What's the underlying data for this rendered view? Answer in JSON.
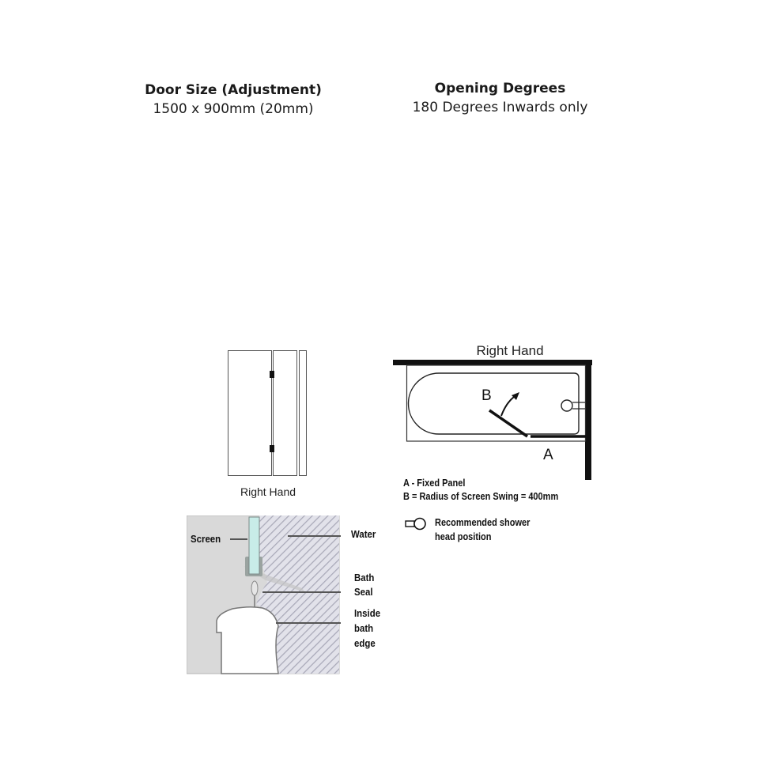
{
  "specs": {
    "door_size": {
      "heading": "Door Size (Adjustment)",
      "value": "1500 x 900mm (20mm)"
    },
    "opening": {
      "heading": "Opening Degrees",
      "value": "180 Degrees Inwards only"
    }
  },
  "elevation": {
    "caption": "Right Hand"
  },
  "plan": {
    "title": "Right Hand",
    "label_a": "A",
    "label_b": "B",
    "legend": {
      "a": "A - Fixed Panel",
      "b": "B = Radius of Screen Swing = 400mm",
      "shower_line1": "Recommended shower",
      "shower_line2": "head position"
    }
  },
  "section": {
    "screen": "Screen",
    "water": "Water",
    "bath_seal_line1": "Bath",
    "bath_seal_line2": "Seal",
    "edge_line1": "Inside",
    "edge_line2": "bath",
    "edge_line3": "edge",
    "colors": {
      "background": "#d9d9d9",
      "glass": "#c8ece8",
      "hatch": "#a9a9b8"
    }
  }
}
